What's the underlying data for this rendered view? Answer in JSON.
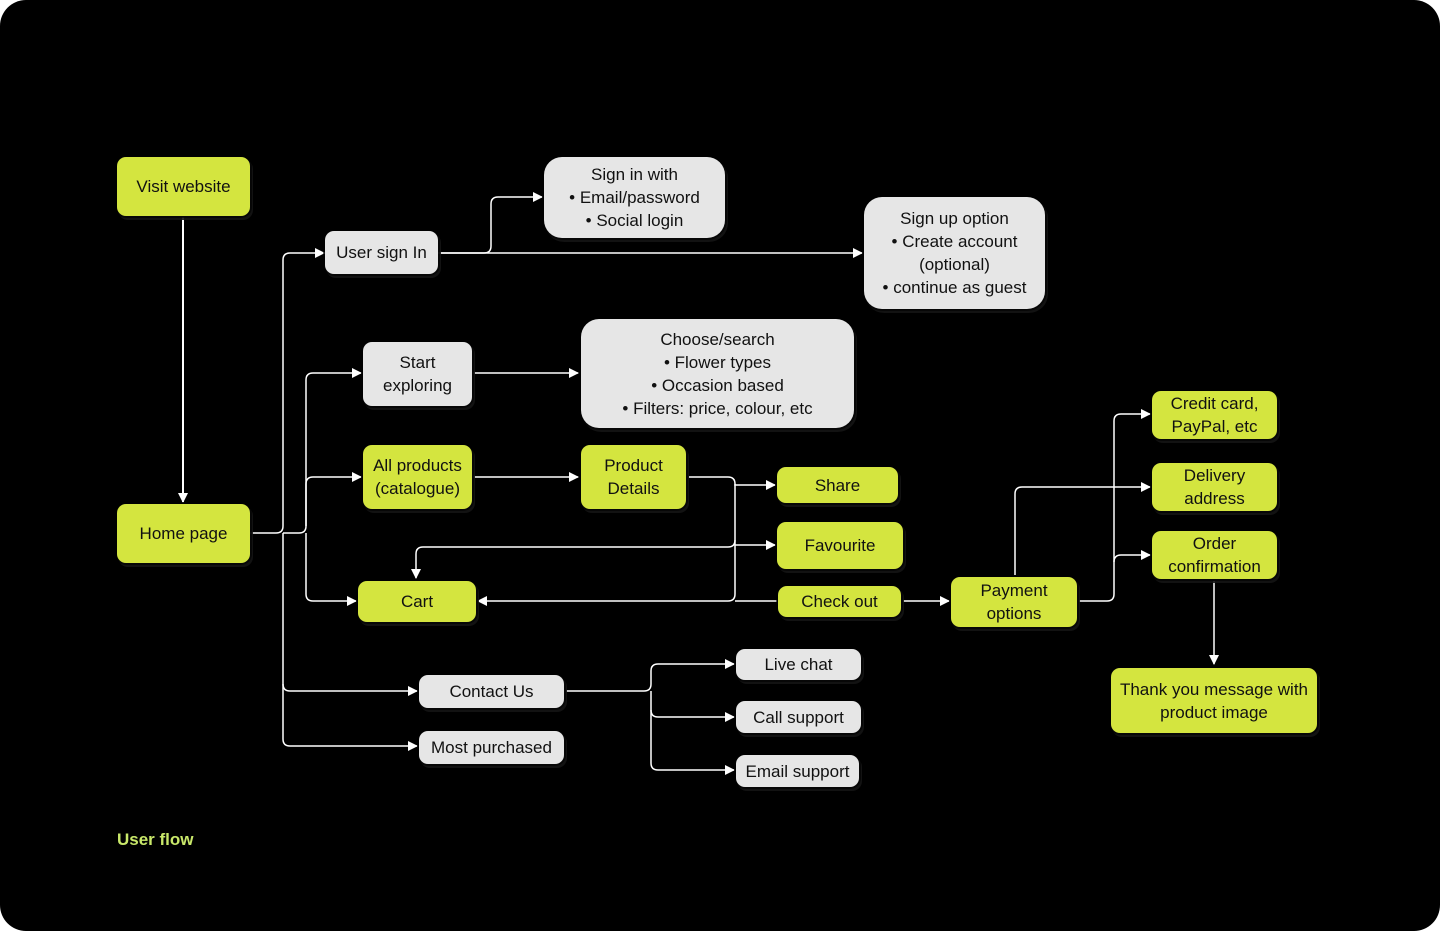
{
  "caption": "User flow",
  "colors": {
    "background": "#000000",
    "primary_node": "#d4e53f",
    "secondary_node": "#e6e6e6",
    "connector": "#ffffff",
    "caption": "#c9e86a"
  },
  "nodes": {
    "visit_website": "Visit website",
    "home_page": "Home page",
    "user_sign_in": "User sign In",
    "sign_in_with": "Sign in with\n• Email/password\n• Social login",
    "sign_up_option": "Sign up option\n• Create account\n(optional)\n• continue as guest",
    "start_exploring": "Start\nexploring",
    "choose_search": "Choose/search\n• Flower types\n• Occasion based\n• Filters: price, colour, etc",
    "all_products": "All products\n(catalogue)",
    "product_details": "Product\nDetails",
    "share": "Share",
    "favourite": "Favourite",
    "cart": "Cart",
    "check_out": "Check out",
    "payment_options": "Payment\noptions",
    "credit_card": "Credit card,\nPayPal, etc",
    "delivery_address": "Delivery\naddress",
    "order_confirmation": "Order\nconfirmation",
    "thank_you": "Thank you message with\nproduct image",
    "contact_us": "Contact Us",
    "most_purchased": "Most purchased",
    "live_chat": "Live chat",
    "call_support": "Call support",
    "email_support": "Email support"
  }
}
